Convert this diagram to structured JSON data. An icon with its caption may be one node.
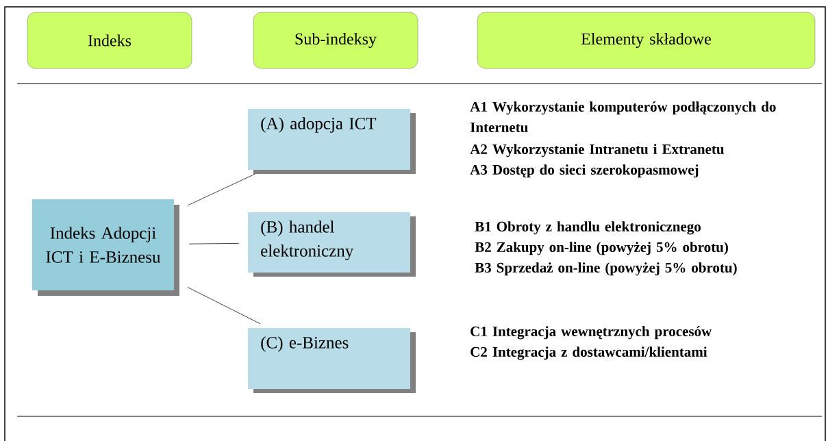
{
  "diagram": {
    "nodes": [
      {
        "text": [
          "Indeks"
        ]
      },
      {
        "text": [
          "Sub-indeksy"
        ]
      },
      {
        "text": [
          "Elementy składowe"
        ]
      },
      {
        "text": [
          "Indeks Adopcji ICT i E-Biznesu"
        ]
      },
      {
        "text": [
          "(A) adopcja ICT"
        ]
      },
      {
        "text": [
          "(B) handel elektroniczny"
        ]
      },
      {
        "text": [
          "(C) e-Biznes"
        ]
      }
    ],
    "edges": [
      {
        "from": 3,
        "to": 4,
        "arrow": "none"
      },
      {
        "from": 3,
        "to": 5,
        "arrow": "none"
      },
      {
        "from": 3,
        "to": 6,
        "arrow": "none"
      }
    ],
    "labels": [
      "A1 Wykorzystanie komputerów podłączonych do Internetu",
      "A2 Wykorzystanie Intranetu i Extranetu",
      "A3 Dostęp do sieci szerokopasmowej",
      "B1 Obroty z handlu elektronicznego",
      "B2 Zakupy on-line (powyżej 5% obrotu)",
      "B3 Sprzedaż on-line (powyżej 5% obrotu)",
      "C1 Integracja wewnętrznych procesów",
      "C2 Integracja z dostawcami/klientami"
    ]
  }
}
